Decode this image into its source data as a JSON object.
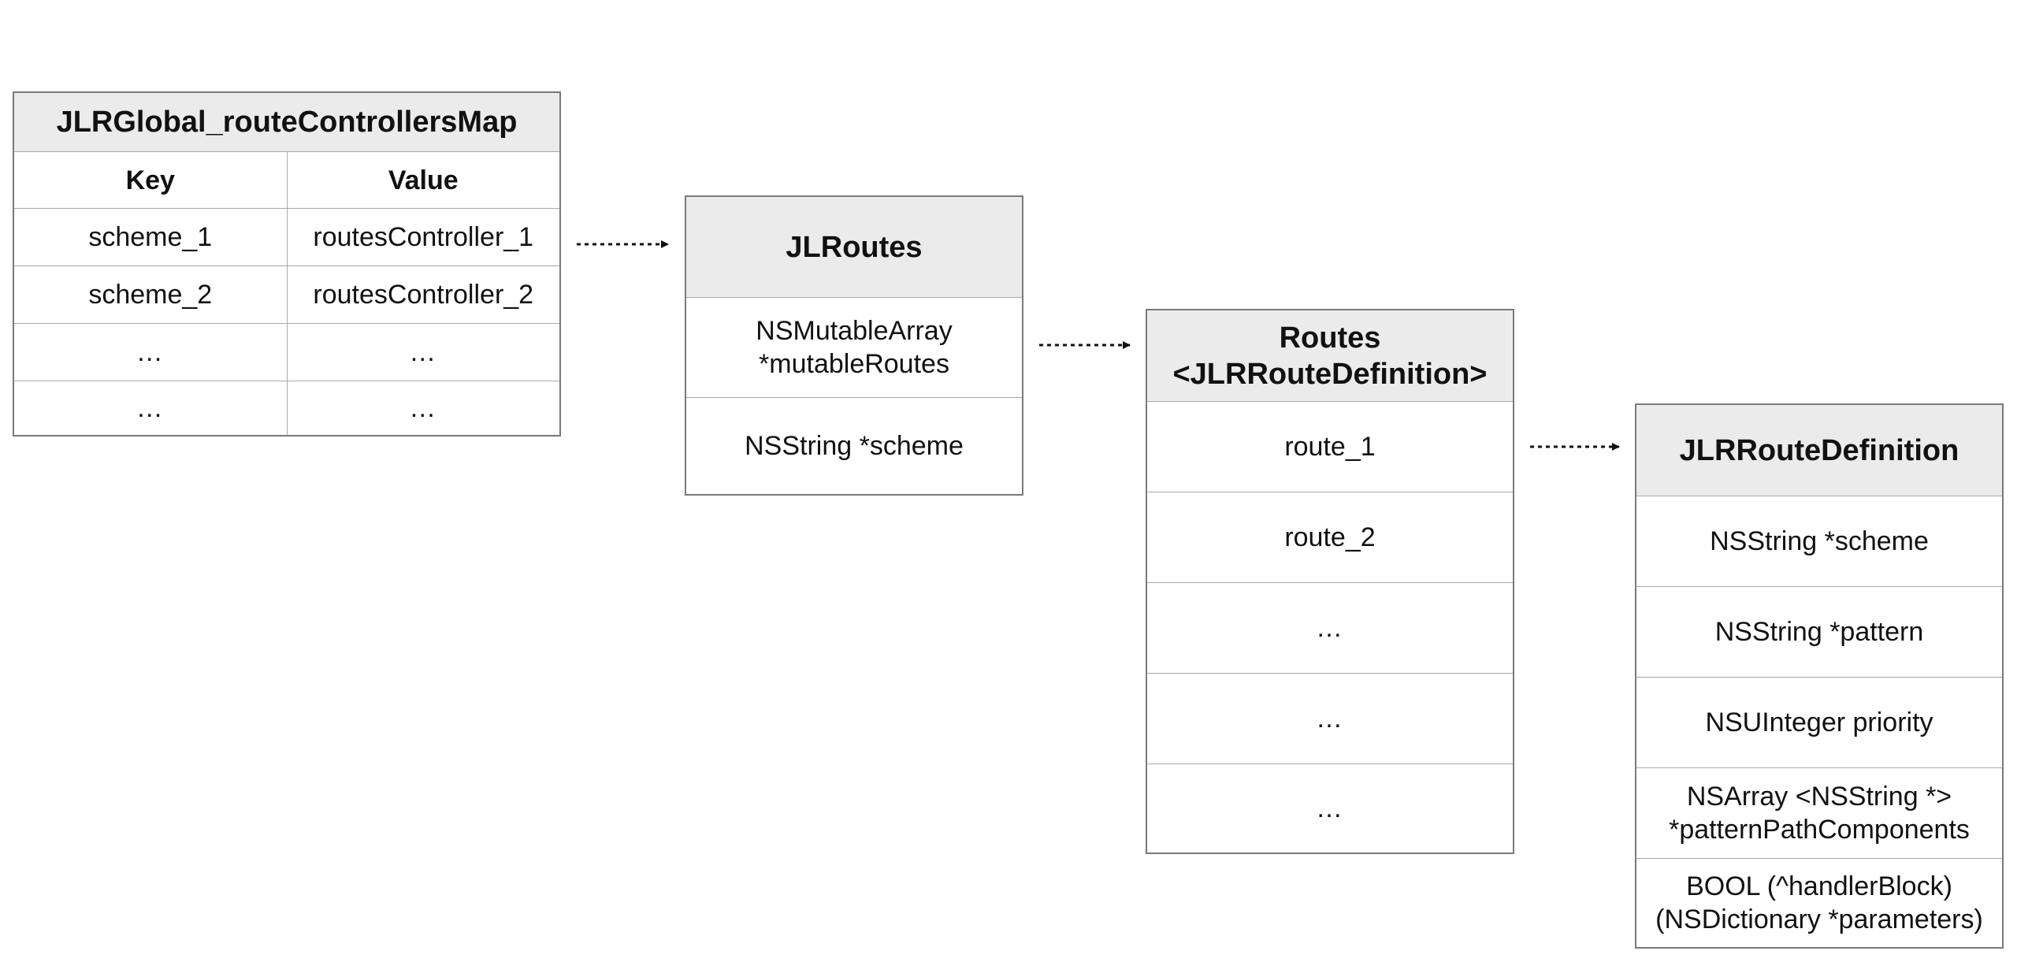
{
  "map_table": {
    "title": "JLRGlobal_routeControllersMap",
    "key_header": "Key",
    "value_header": "Value",
    "rows": [
      {
        "key": "scheme_1",
        "value": "routesController_1"
      },
      {
        "key": "scheme_2",
        "value": "routesController_2"
      },
      {
        "key": "…",
        "value": "…"
      },
      {
        "key": "…",
        "value": "…"
      }
    ]
  },
  "jlroutes": {
    "title": "JLRoutes",
    "fields": [
      "NSMutableArray\n*mutableRoutes",
      "NSString *scheme"
    ]
  },
  "routes": {
    "title": "Routes\n<JLRRouteDefinition>",
    "items": [
      "route_1",
      "route_2",
      "…",
      "…",
      "…"
    ]
  },
  "route_definition": {
    "title": "JLRRouteDefinition",
    "fields": [
      "NSString *scheme",
      "NSString *pattern",
      "NSUInteger priority",
      "NSArray <NSString *>\n*patternPathComponents",
      "BOOL (^handlerBlock)\n(NSDictionary *parameters)"
    ]
  },
  "colors": {
    "header_fill": "#ebebeb",
    "border": "#7a7a7a",
    "divider": "#a9a9a9"
  }
}
